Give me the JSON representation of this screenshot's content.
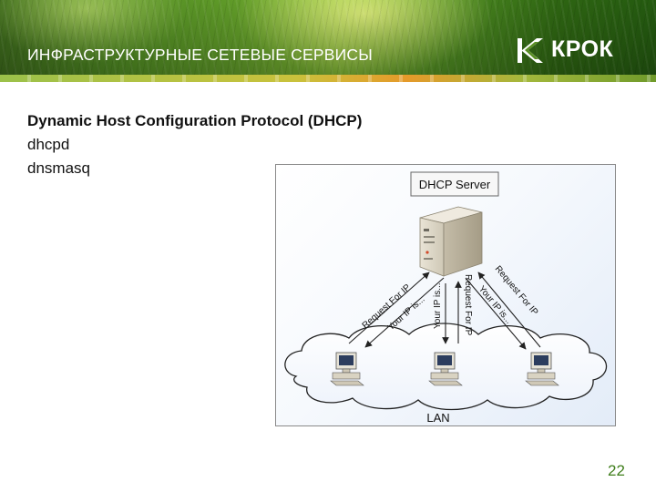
{
  "header": {
    "title": "ИНФРАСТРУКТУРНЫЕ СЕТЕВЫЕ СЕРВИСЫ",
    "logo_text": "КРОК"
  },
  "content": {
    "lines": [
      "Dynamic Host Configuration Protocol (DHCP)",
      "dhcpd",
      "dnsmasq"
    ]
  },
  "diagram": {
    "server_label": "DHCP Server",
    "network_label": "LAN",
    "left_arrow_labels": [
      "Request For IP",
      "Your IP is..."
    ],
    "middle_arrow_labels": [
      "Your IP is...",
      "Request For IP"
    ],
    "right_arrow_labels": [
      "Request For IP",
      "Your IP is..."
    ]
  },
  "footer": {
    "page_number": "22"
  }
}
